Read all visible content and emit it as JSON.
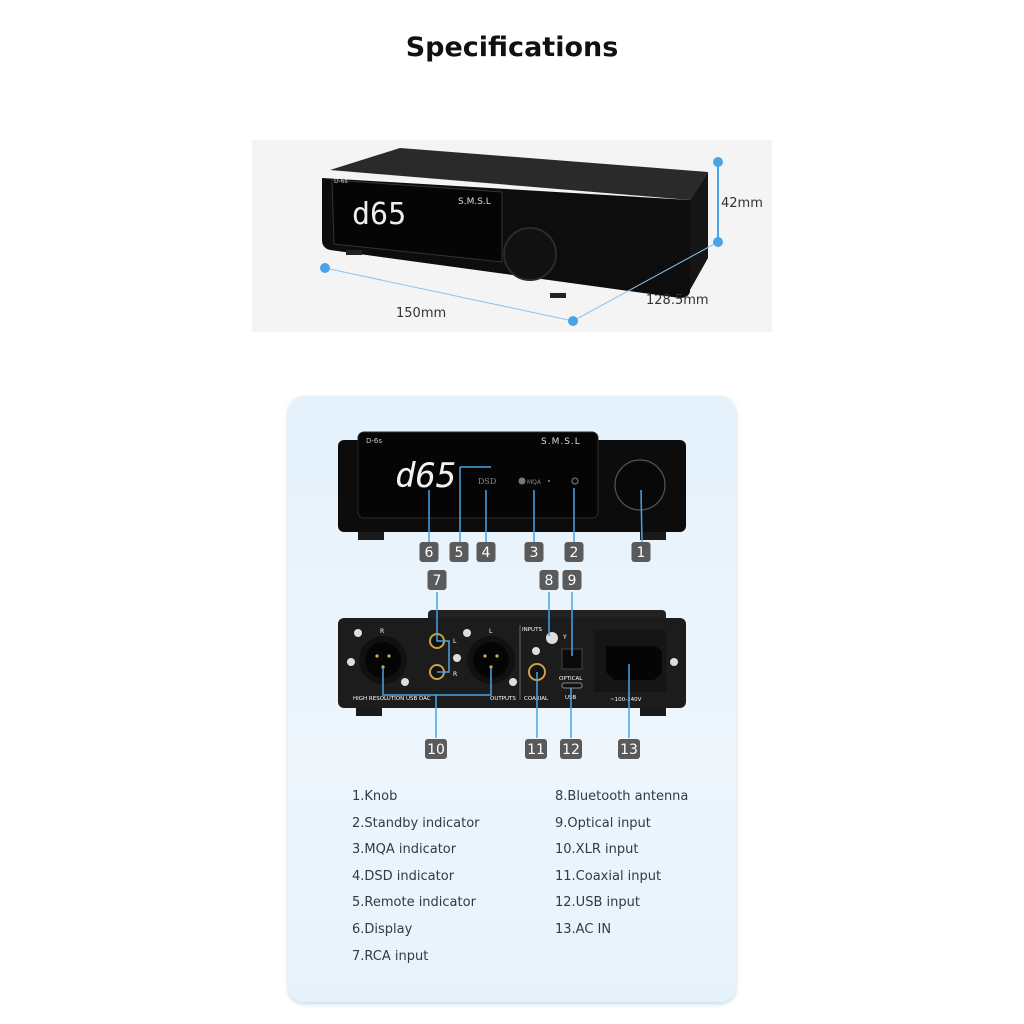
{
  "title": "Specifications",
  "dimensions": {
    "width": "150mm",
    "depth": "128.5mm",
    "height": "42mm"
  },
  "device": {
    "display_text": "d65",
    "brand": "S.M.S.L",
    "model_logo": "D-6s",
    "front_labels": {
      "dsd": "DSD",
      "mqa": "MQA"
    },
    "rear_labels": {
      "xlr_r": "R",
      "xlr_l": "L",
      "rca_l": "L",
      "rca_r": "R",
      "inputs": "INPUTS",
      "outputs": "OUTPUTS",
      "coaxial": "COAXIAL",
      "optical": "OPTICAL",
      "usb": "USB",
      "voltage": "~100-240V",
      "model_line": "HIGH RESOLUTION USB DAC",
      "antenna": "Y"
    }
  },
  "callouts": [
    "1",
    "2",
    "3",
    "4",
    "5",
    "6",
    "7",
    "8",
    "9",
    "10",
    "11",
    "12",
    "13"
  ],
  "legend_left": [
    "1.Knob",
    "2.Standby indicator",
    "3.MQA indicator",
    "4.DSD indicator",
    "5.Remote indicator",
    "6.Display",
    "7.RCA input"
  ],
  "legend_right": [
    "8.Bluetooth antenna",
    "9.Optical input",
    "10.XLR input",
    "11.Coaxial input",
    "12.USB input",
    "13.AC IN"
  ],
  "colors": {
    "accent": "#4aa3e6",
    "badge": "#5a5a5a",
    "panel": "#e8f3fb"
  }
}
